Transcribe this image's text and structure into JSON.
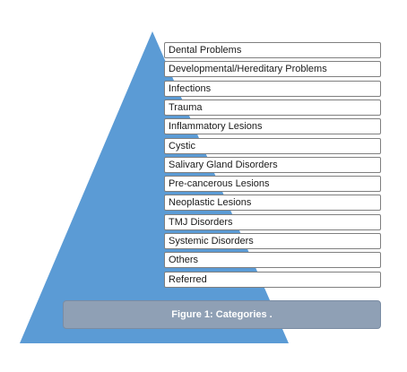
{
  "colors": {
    "pyramid_fill": "#5b9bd5",
    "box_border": "#7f7f7f",
    "caption_fill": "#8fa0b5"
  },
  "categories": [
    "Dental Problems",
    "Developmental/Hereditary Problems",
    "Infections",
    "Trauma",
    "Inflammatory Lesions",
    "Cystic",
    "Salivary Gland Disorders",
    "Pre-cancerous Lesions",
    "Neoplastic Lesions",
    "TMJ Disorders",
    "Systemic Disorders",
    "Others",
    "Referred"
  ],
  "caption": "Figure 1: Categories ."
}
